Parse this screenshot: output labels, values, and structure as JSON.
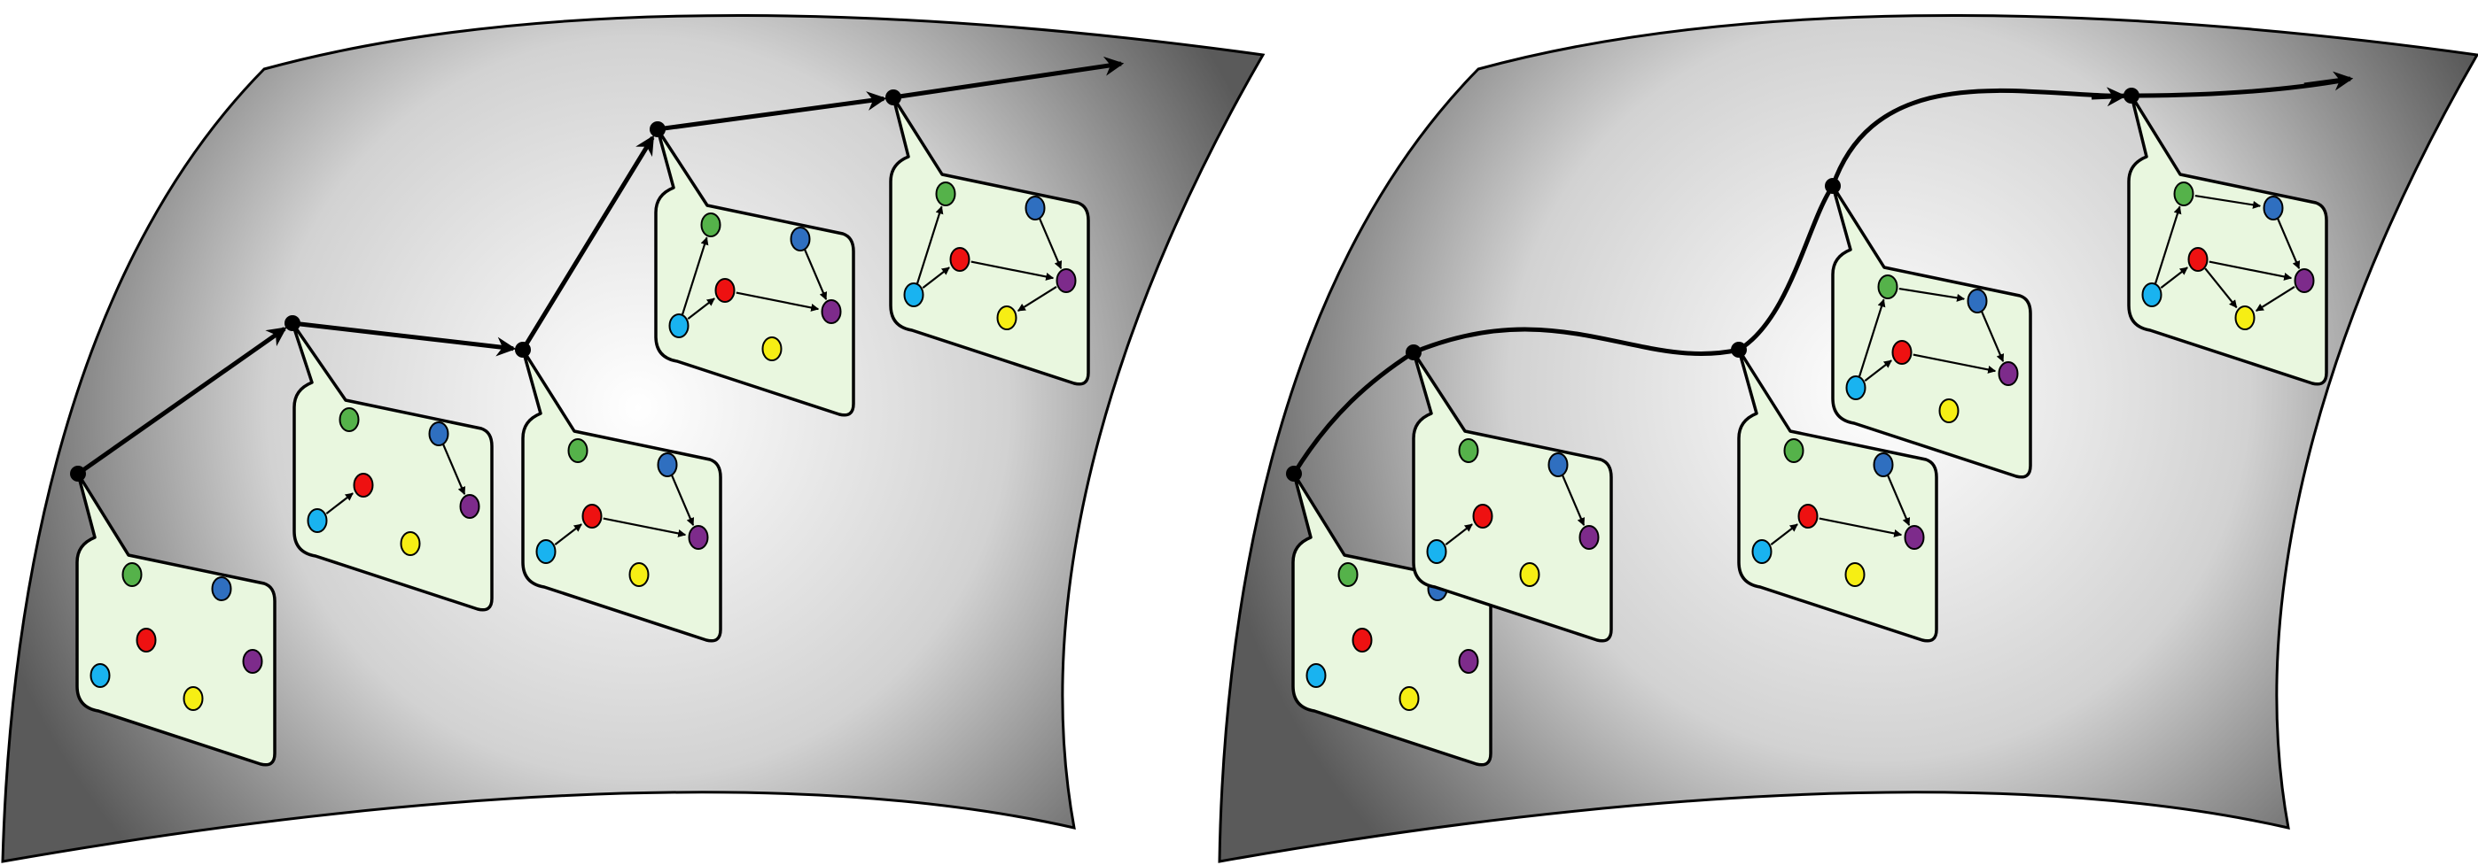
{
  "colors": {
    "background": "#ffffff",
    "manifold_light": "#ffffff",
    "manifold_mid": "#d2d2d2",
    "manifold_dark": "#5a5a5a",
    "card_fill": "#e9f7df",
    "outline": "#000000",
    "node_green": "#55b24a",
    "node_blue": "#2f6fc0",
    "node_red": "#ee1111",
    "node_cyan": "#19b3f0",
    "node_purple": "#7d2b8b",
    "node_yellow": "#f6ee14"
  },
  "diagram": {
    "panels": [
      {
        "name": "discrete-trajectory",
        "path_style": "polyline",
        "graph_edge_sets": [
          [],
          [
            [
              "cyan",
              "red"
            ],
            [
              "blue",
              "purple"
            ]
          ],
          [
            [
              "cyan",
              "red"
            ],
            [
              "red",
              "purple"
            ],
            [
              "blue",
              "purple"
            ]
          ],
          [
            [
              "cyan",
              "red"
            ],
            [
              "red",
              "purple"
            ],
            [
              "blue",
              "purple"
            ],
            [
              "cyan",
              "green"
            ]
          ],
          [
            [
              "cyan",
              "red"
            ],
            [
              "red",
              "purple"
            ],
            [
              "blue",
              "purple"
            ],
            [
              "cyan",
              "green"
            ],
            [
              "purple",
              "yellow"
            ]
          ]
        ]
      },
      {
        "name": "continuous-trajectory",
        "path_style": "smooth-curve",
        "graph_edge_sets": [
          [],
          [
            [
              "cyan",
              "red"
            ],
            [
              "blue",
              "purple"
            ]
          ],
          [
            [
              "cyan",
              "red"
            ],
            [
              "red",
              "purple"
            ],
            [
              "blue",
              "purple"
            ]
          ],
          [
            [
              "cyan",
              "red"
            ],
            [
              "red",
              "purple"
            ],
            [
              "blue",
              "purple"
            ],
            [
              "cyan",
              "green"
            ],
            [
              "green",
              "blue"
            ]
          ],
          [
            [
              "cyan",
              "red"
            ],
            [
              "red",
              "purple"
            ],
            [
              "blue",
              "purple"
            ],
            [
              "cyan",
              "green"
            ],
            [
              "green",
              "blue"
            ],
            [
              "purple",
              "yellow"
            ],
            [
              "red",
              "yellow"
            ]
          ]
        ]
      }
    ]
  }
}
